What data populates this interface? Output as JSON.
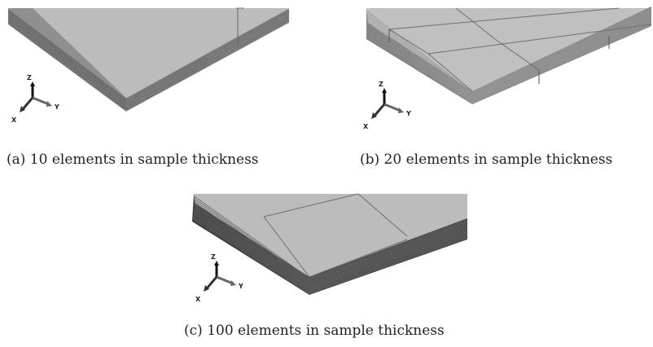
{
  "figure": {
    "panels": [
      {
        "id": "a",
        "caption": "(a) 10 elements in sample thickness",
        "thickness_elements": 10
      },
      {
        "id": "b",
        "caption": "(b) 20 elements in sample thickness",
        "thickness_elements": 20
      },
      {
        "id": "c",
        "caption": "(c) 100 elements in sample thickness",
        "thickness_elements": 100
      }
    ],
    "axes": {
      "z": "Z",
      "y": "Y",
      "x": "X"
    }
  },
  "colors": {
    "top_face": "#bcbcbc",
    "side_face": "#8a8a8a",
    "side_face_dark": "#4a4a4a",
    "mesh_line": "#6e6e6e",
    "axis_arrow": "#333333"
  }
}
